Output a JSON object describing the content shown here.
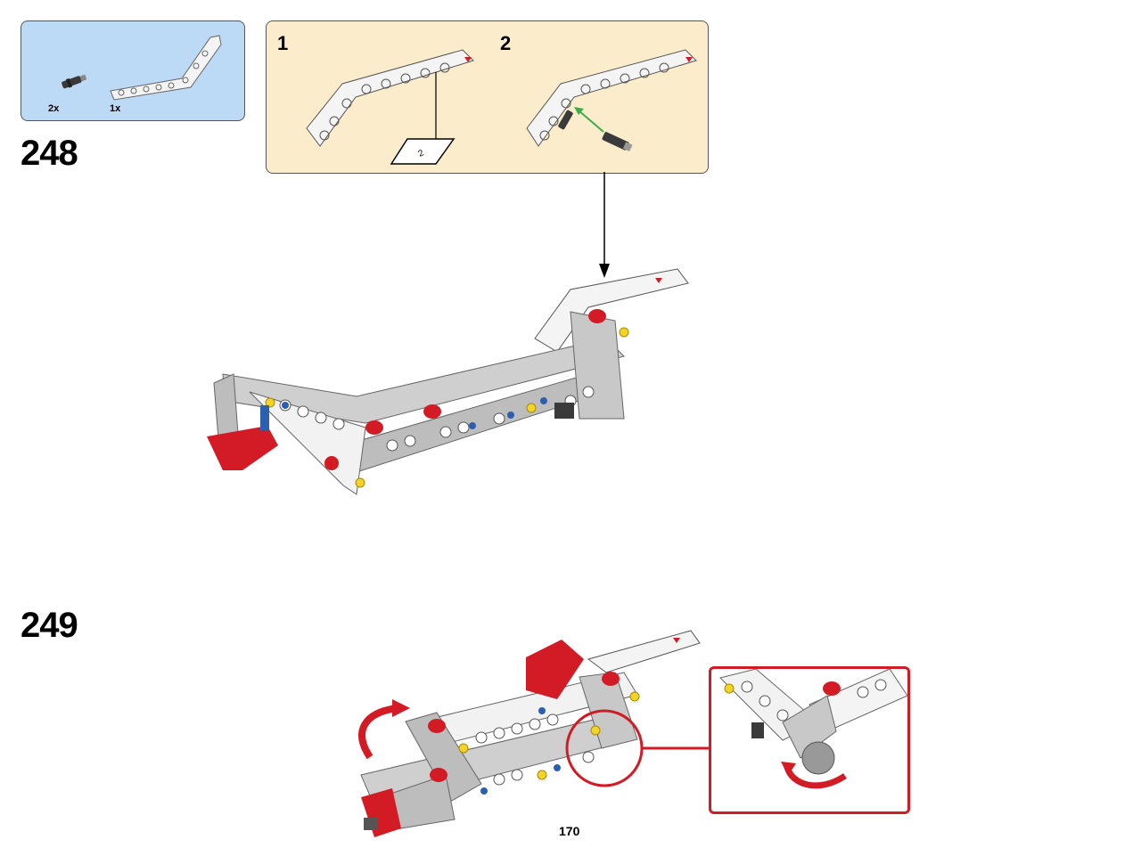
{
  "step_248": {
    "number": "248",
    "parts": [
      {
        "qty": "2x",
        "name": "axle-pin-icon"
      },
      {
        "qty": "1x",
        "name": "bent-beam-icon"
      }
    ],
    "substeps": [
      {
        "number": "1"
      },
      {
        "number": "2"
      }
    ]
  },
  "step_249": {
    "number": "249"
  },
  "page": {
    "number": "170"
  },
  "colors": {
    "parts_bg": "#bcd9f5",
    "substep_bg": "#fbedcb",
    "callout_red": "#d21b24",
    "brick_red": "#d21b24",
    "beam_white": "#f4f4f4",
    "beam_gray": "#b9b9b9",
    "pin_blue": "#2c5fb0",
    "axle_yellow": "#f2d32a",
    "arrow_green": "#3cad4a"
  }
}
